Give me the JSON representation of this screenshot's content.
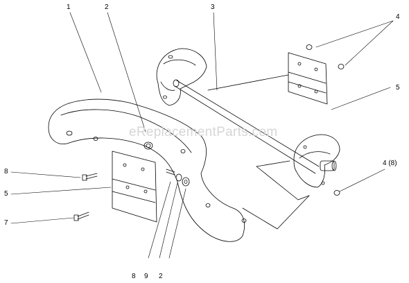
{
  "diagram": {
    "callouts": {
      "c1": "1",
      "c2_top": "2",
      "c3": "3",
      "c4_top": "4",
      "c5_right": "5",
      "c4_8": "4 (8)",
      "c8_left": "8",
      "c5_left": "5",
      "c7": "7",
      "c8_bottom": "8",
      "c9": "9",
      "c2_bottom": "2"
    },
    "watermark": "eReplacementParts.com",
    "colors": {
      "line": "#000000",
      "watermark": "#d6d6d6",
      "background": "#ffffff"
    }
  }
}
